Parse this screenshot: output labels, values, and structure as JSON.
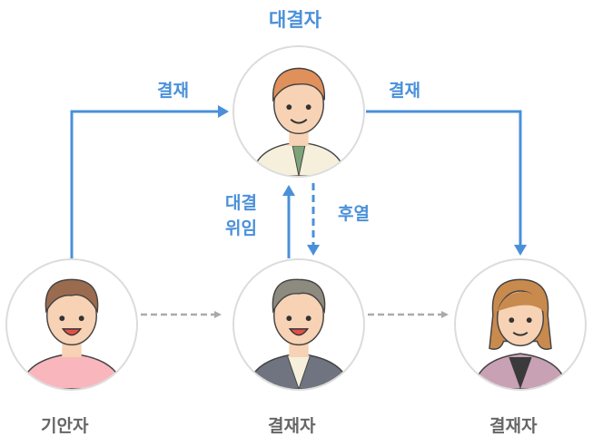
{
  "colors": {
    "accent": "#4a90d9",
    "secondary_arrow": "#aaaaaa",
    "label": "#666666"
  },
  "top": {
    "title": "대결자"
  },
  "arrows": {
    "approve_left": "결재",
    "approve_right": "결재",
    "delegate_line1": "대결",
    "delegate_line2": "위임",
    "post_review": "후열"
  },
  "nodes": [
    {
      "label": "기안자"
    },
    {
      "label": "결재자"
    },
    {
      "label": "결재자"
    }
  ]
}
